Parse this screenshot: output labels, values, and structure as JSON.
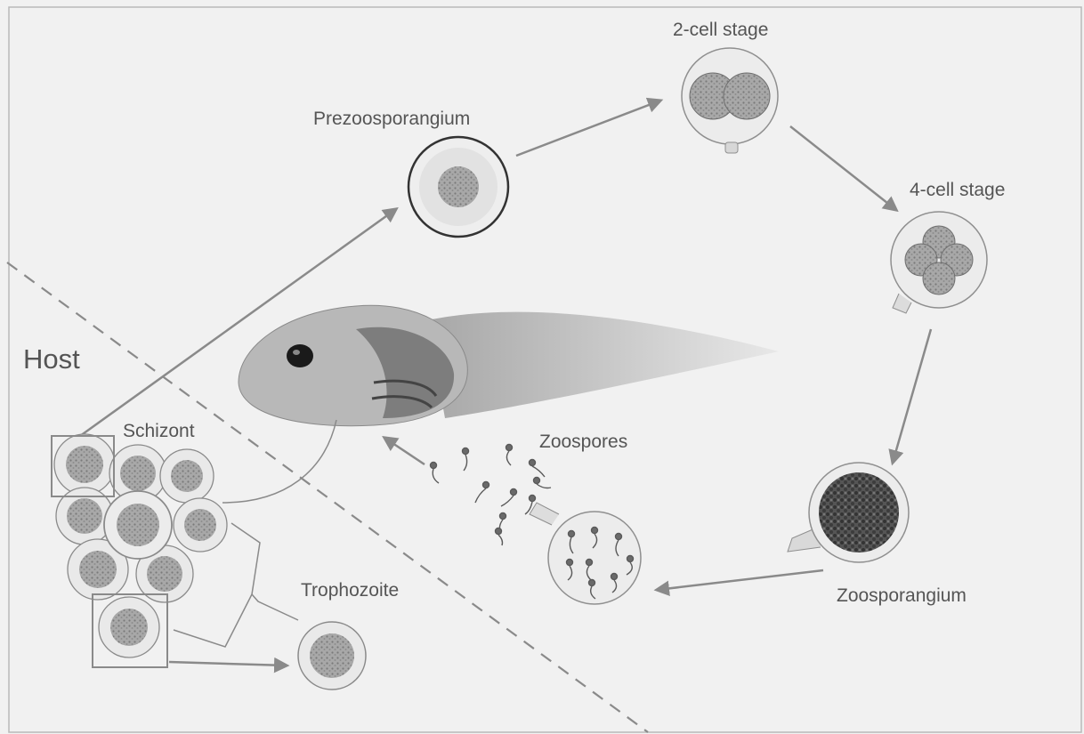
{
  "colors": {
    "paper": "#f1f1f1",
    "border": "#b9b9b9",
    "arrow": "#8a8a8a",
    "text": "#555555",
    "cell_fill": "#eeeeee",
    "nucleus": "#7f7f7f",
    "tadpole_body": "#b8b8b8",
    "tadpole_dark": "#6a6a6a"
  },
  "labels": {
    "host": "Host",
    "prezoosporangium": "Prezoosporangium",
    "two_cell": "2-cell stage",
    "four_cell": "4-cell stage",
    "zoosporangium": "Zoosporangium",
    "zoospores": "Zoospores",
    "schizont": "Schizont",
    "trophozoite": "Trophozoite"
  }
}
